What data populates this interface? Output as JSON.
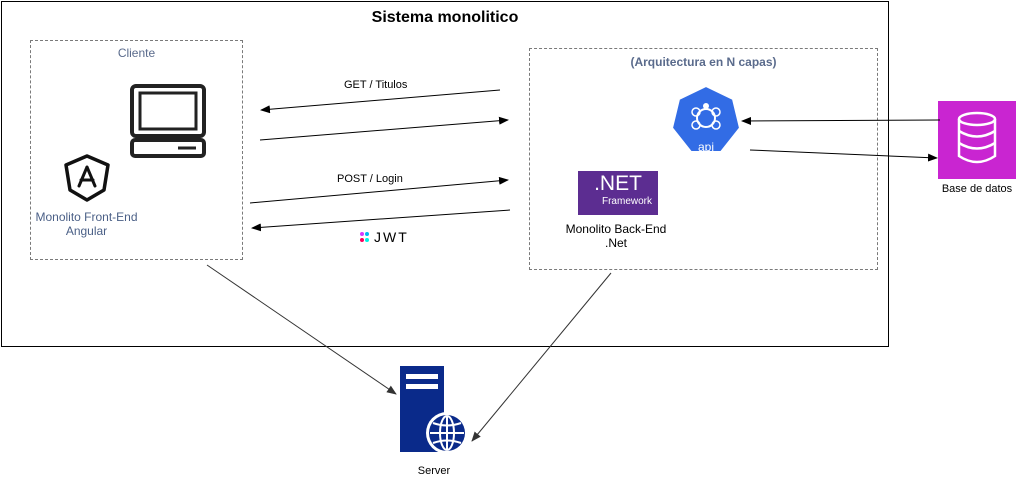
{
  "title": "Sistema monolitico",
  "client": {
    "group_label": "Cliente",
    "label_line1": "Monolito Front-End",
    "label_line2": "Angular"
  },
  "backend": {
    "group_label": "(Arquitectura en N capas)",
    "label_line1": "Monolito Back-End",
    "label_line2": ".Net",
    "net_logo_text": ".NET",
    "net_logo_sub": "Framework",
    "api_text": "api"
  },
  "database": {
    "label": "Base de datos"
  },
  "server": {
    "label": "Server"
  },
  "arrows": {
    "get_label": "GET   / Titulos",
    "post_label": "POST  / Login",
    "jwt_text": "JWT"
  },
  "colors": {
    "dashed": "#7a7a7a",
    "net_purple": "#5c2d91",
    "k8s_blue": "#326ce5",
    "db_magenta": "#c925d1",
    "server_navy": "#0a2a8a",
    "label_blue": "#4a5f86"
  }
}
